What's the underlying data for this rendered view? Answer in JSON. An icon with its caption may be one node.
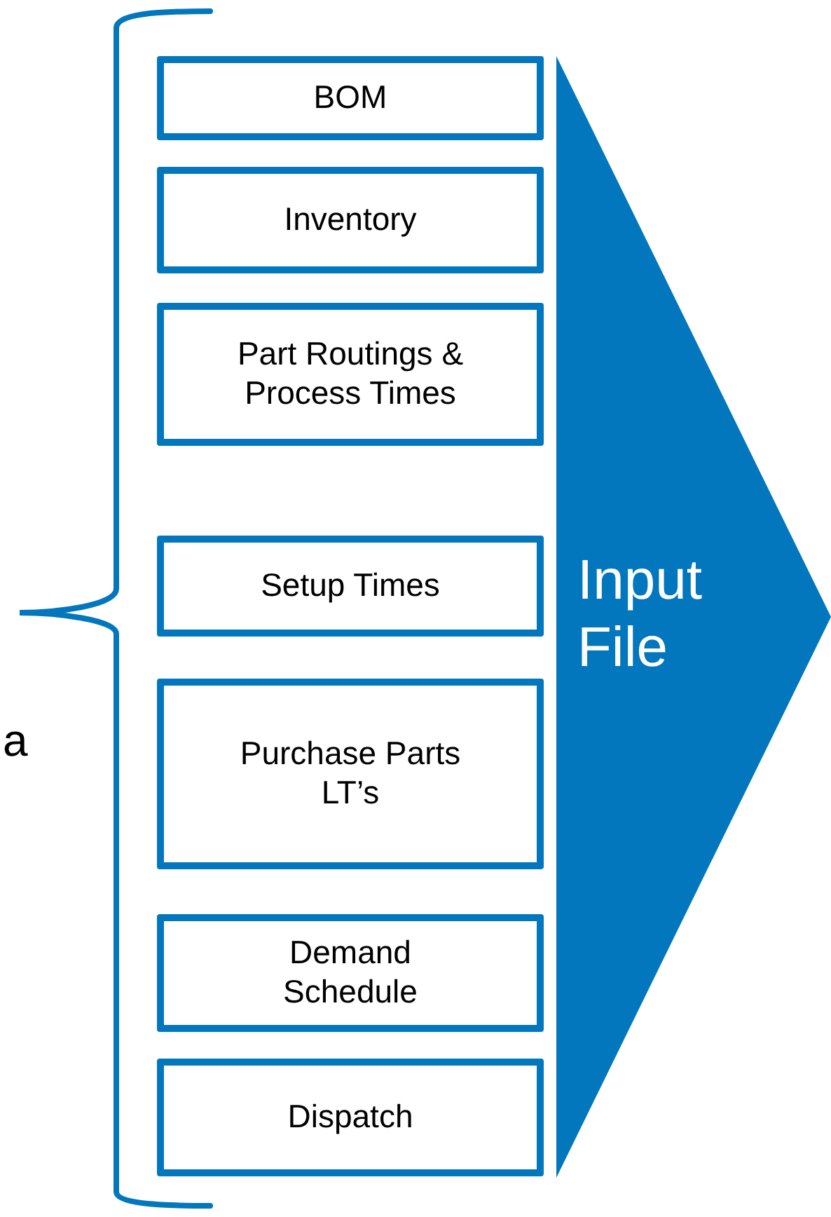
{
  "diagram": {
    "nodes": [
      {
        "text": [
          "BOM"
        ]
      },
      {
        "text": [
          "Inventory"
        ]
      },
      {
        "text": [
          "Part Routings & Process Times"
        ]
      },
      {
        "text": [
          "Setup Times"
        ]
      },
      {
        "text": [
          "Purchase Parts LT’s"
        ]
      },
      {
        "text": [
          "Demand Schedule"
        ]
      },
      {
        "text": [
          "Dispatch"
        ]
      },
      {
        "text": [
          "Input File"
        ]
      }
    ],
    "labels": [
      "a"
    ]
  }
}
